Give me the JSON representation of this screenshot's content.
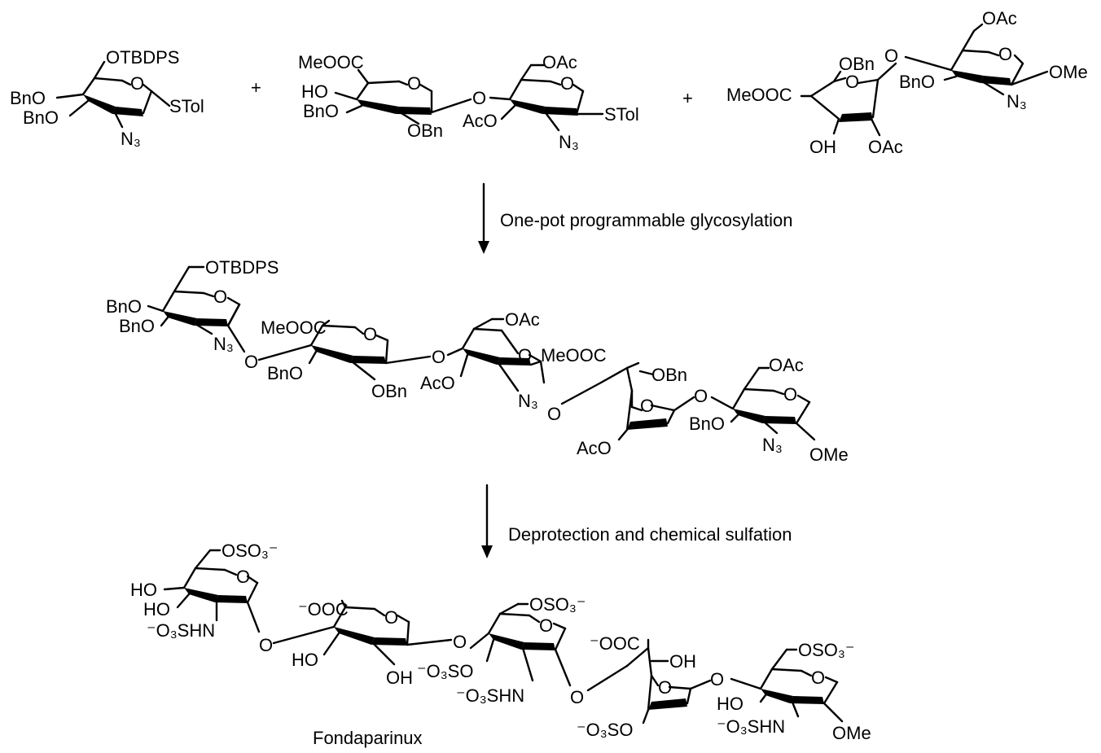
{
  "plus_sign": "+",
  "steps": {
    "step1": "One-pot programmable glycosylation",
    "step2": "Deprotection and chemical sulfation"
  },
  "product_name": "Fondaparinux",
  "molecules": {
    "building_block_1": {
      "otbdps": "OTBDPS",
      "bno_a": "BnO",
      "bno_b": "BnO",
      "ring_o": "O",
      "stol": "STol",
      "n3": "N₃"
    },
    "building_block_2": {
      "meooc": "MeOOC",
      "ho": "HO",
      "bno": "BnO",
      "ring_o1": "O",
      "obn": "OBn",
      "link_o": "O",
      "oac": "OAc",
      "ring_o2": "O",
      "aco": "AcO",
      "stol": "STol",
      "n3": "N₃"
    },
    "building_block_3": {
      "oac_top": "OAc",
      "link_o": "O",
      "ring_o2": "O",
      "ome": "OMe",
      "obn": "OBn",
      "bno": "BnO",
      "n3": "N₃",
      "meooc": "MeOOC",
      "ring_o1": "O",
      "oh": "OH",
      "oac": "OAc"
    },
    "protected_pentasaccharide": {
      "otbdps": "OTBDPS",
      "bno_a": "BnO",
      "bno_b": "BnO",
      "o1": "O",
      "n3_a": "N₃",
      "link1": "O",
      "meooc_a": "MeOOC",
      "o2": "O",
      "bno_c": "BnO",
      "obn_a": "OBn",
      "link2": "O",
      "oac_a": "OAc",
      "o3": "O",
      "aco_a": "AcO",
      "n3_b": "N₃",
      "link3": "O",
      "meooc_b": "MeOOC",
      "obn_b": "OBn",
      "o4": "O",
      "aco_b": "AcO",
      "link4": "O",
      "oac_b": "OAc",
      "o5": "O",
      "bno_d": "BnO",
      "n3_c": "N₃",
      "ome": "OMe"
    },
    "fondaparinux": {
      "oso3_a": "OSO₃⁻",
      "ho_a": "HO",
      "ho_b": "HO",
      "o1": "O",
      "o3shn_a": "⁻O₃SHN",
      "link1": "O",
      "ooc_a": "⁻OOC",
      "o2": "O",
      "ho_c": "HO",
      "oh_a": "OH",
      "link2": "O",
      "oso3_b": "OSO₃⁻",
      "o3": "O",
      "o3so_a": "⁻O₃SO",
      "o3shn_b": "⁻O₃SHN",
      "link3": "O",
      "ooc_b": "⁻OOC",
      "oh_b": "OH",
      "o4": "O",
      "o3so_b": "⁻O₃SO",
      "link4": "O",
      "oso3_c": "OSO₃⁻",
      "o5": "O",
      "ho_d": "HO",
      "o3shn_c": "⁻O₃SHN",
      "ome": "OMe"
    }
  }
}
